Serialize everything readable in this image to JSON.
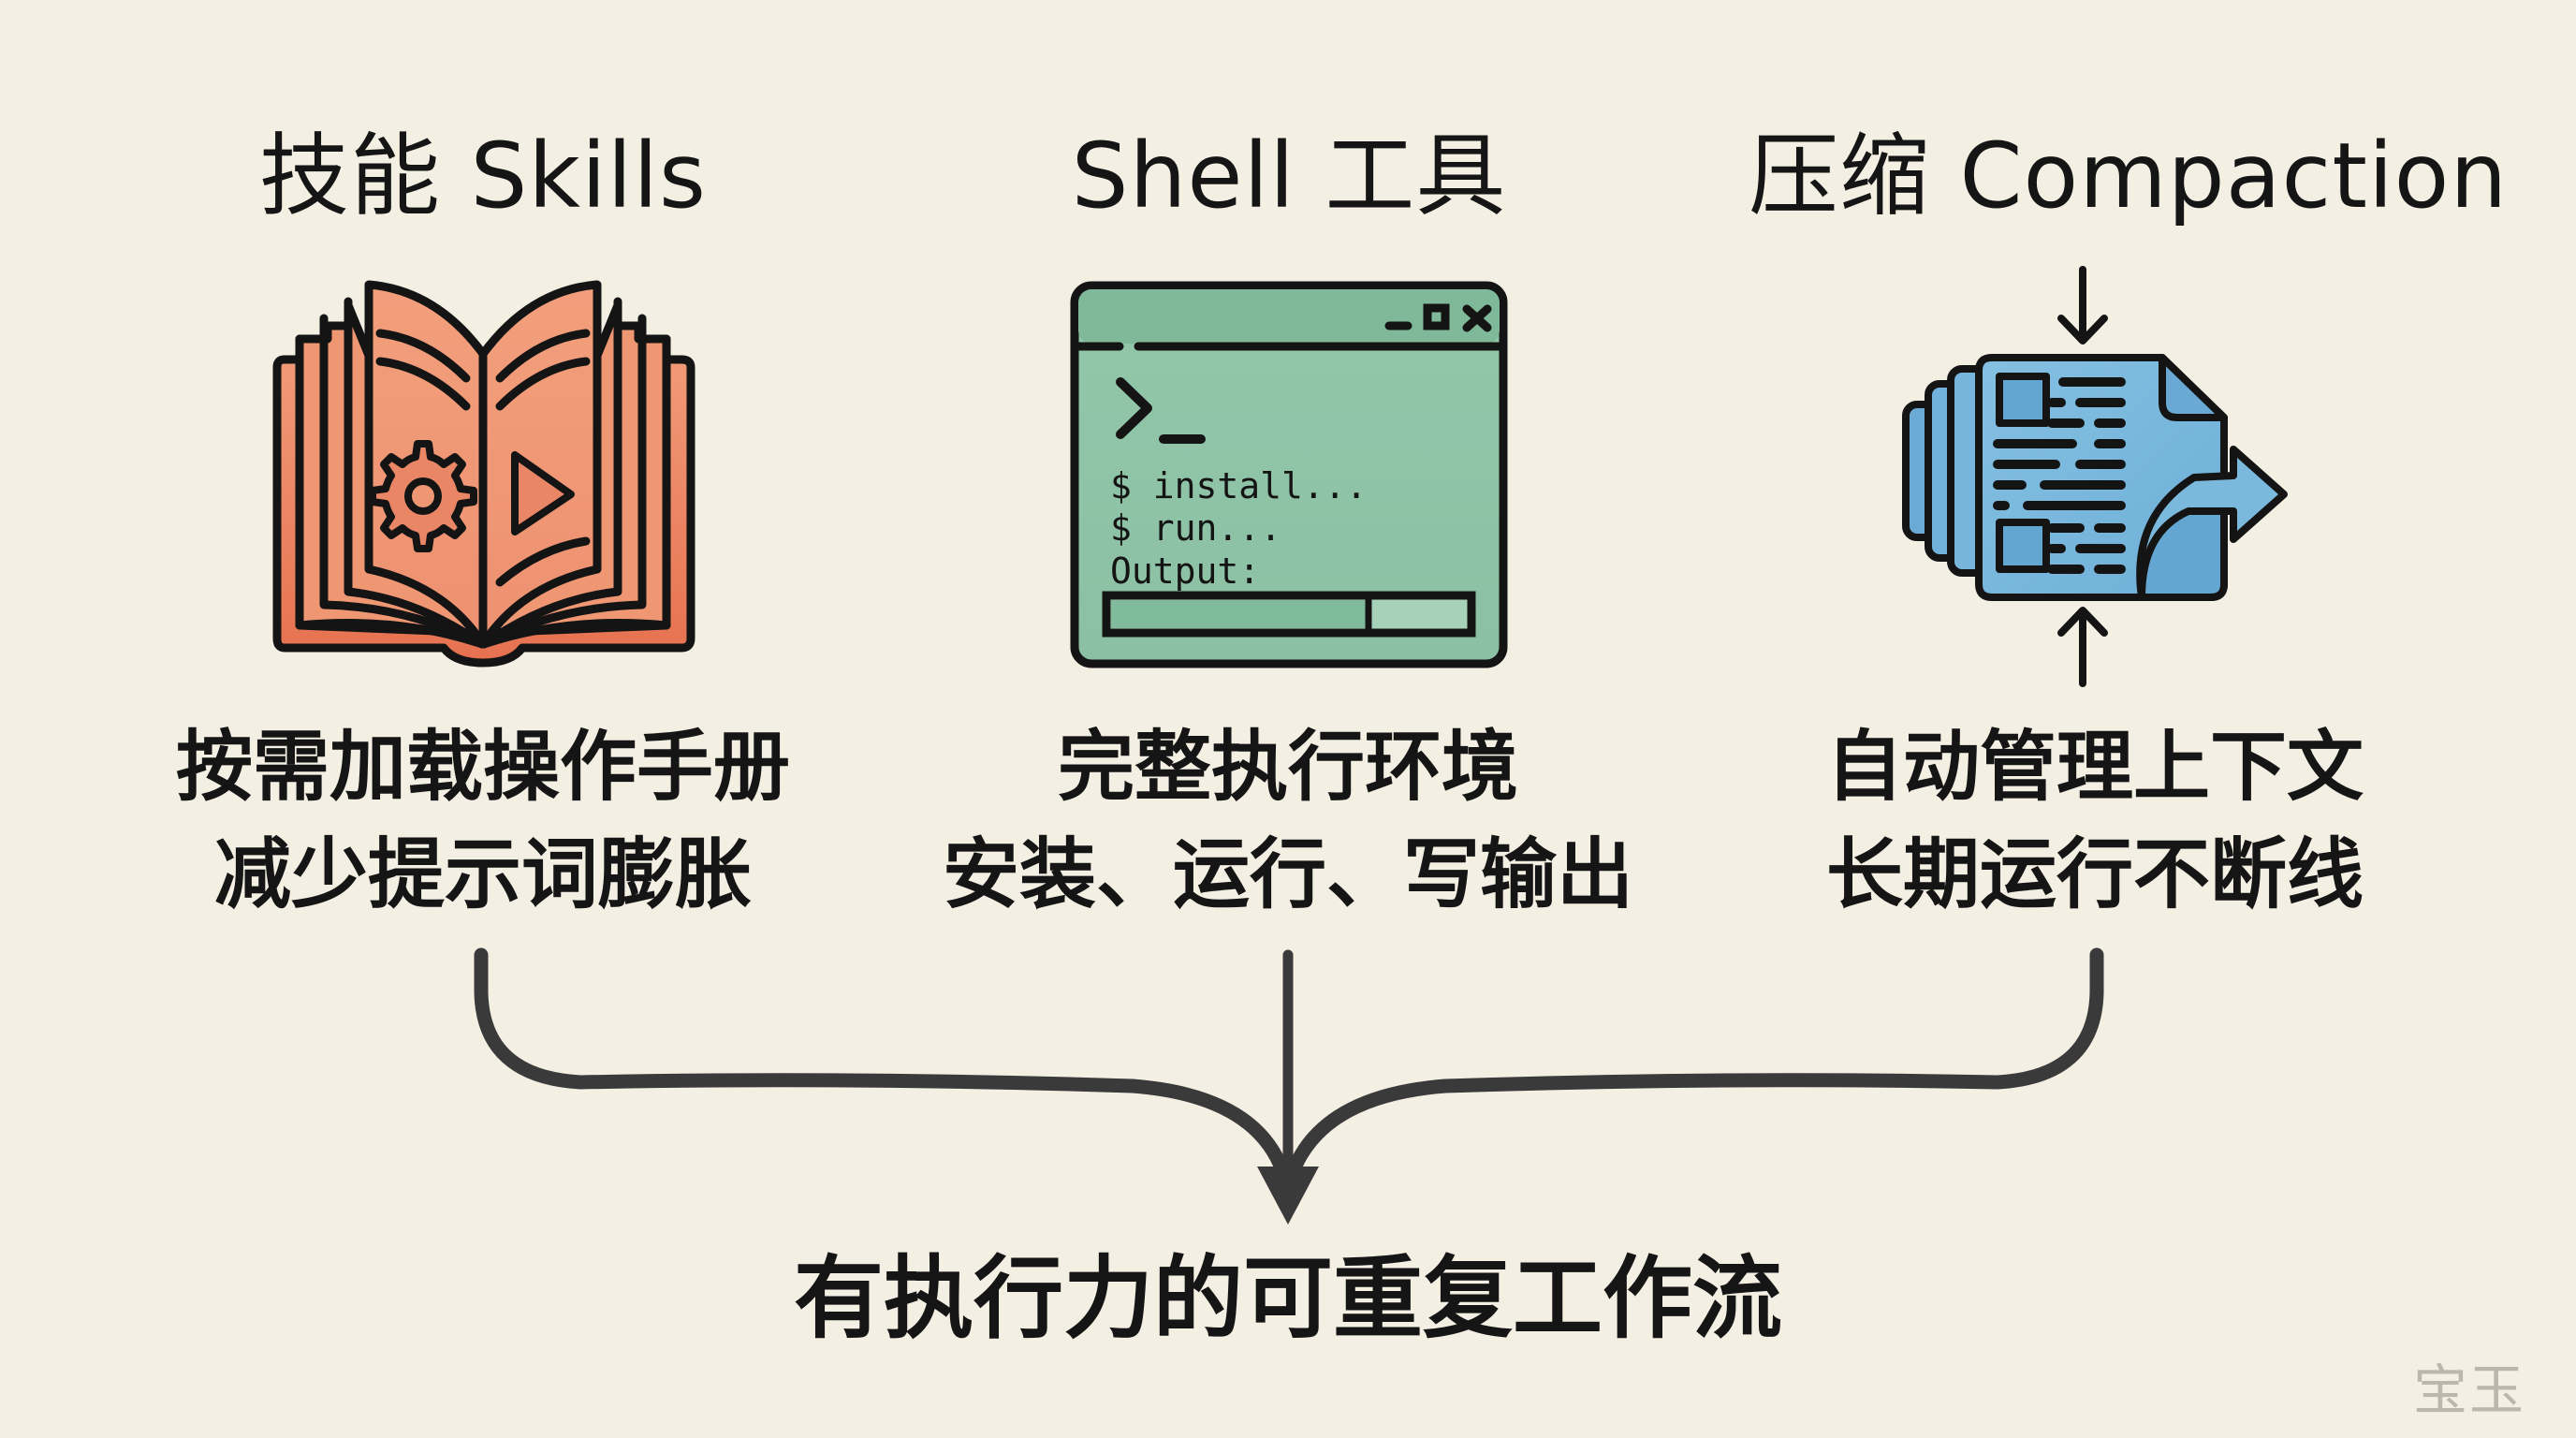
{
  "columns": [
    {
      "id": "skills",
      "title": "技能 Skills",
      "icon": "open-book-icon",
      "icon_inner": [
        "gear-icon",
        "play-icon"
      ],
      "accent": "#ec8a65",
      "lines": [
        "按需加载操作手册",
        "减少提示词膨胀"
      ]
    },
    {
      "id": "shell",
      "title": "Shell 工具",
      "icon": "terminal-window-icon",
      "accent": "#8fc2a6",
      "terminal": {
        "window_controls": [
          "minimize",
          "maximize",
          "close"
        ],
        "prompt": ">_",
        "lines": [
          "$ install...",
          "$ run...",
          "Output:"
        ],
        "progress_percent": 70
      },
      "lines": [
        "完整执行环境",
        "安装、运行、写输出"
      ]
    },
    {
      "id": "compaction",
      "title": "压缩 Compaction",
      "icon": "document-compress-icon",
      "accent": "#7ab8dc",
      "lines": [
        "自动管理上下文",
        "长期运行不断线"
      ]
    }
  ],
  "connector": {
    "type": "merge-arrow",
    "color": "#3a3a3a"
  },
  "result": {
    "text": "有执行力的可重复工作流"
  },
  "watermark": "宝玉",
  "colors": {
    "background": "#f4efe3",
    "text": "#151515",
    "skills_orange": "#ec8a65",
    "shell_green": "#8fc2a6",
    "compaction_blue": "#7ab8dc",
    "outline": "#141414",
    "watermark": "#bbb7ad"
  }
}
